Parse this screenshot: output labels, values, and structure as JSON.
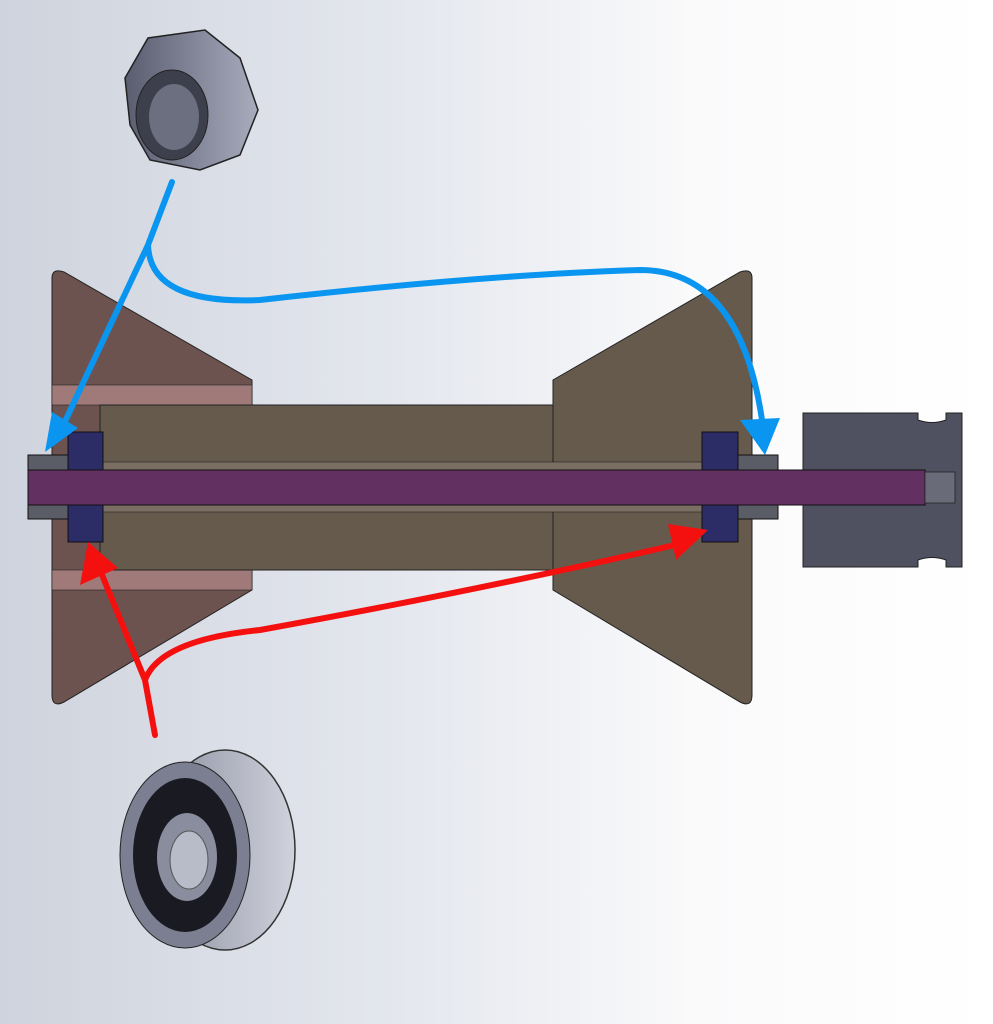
{
  "diagram": {
    "parts": [
      "hex-nut",
      "bearing",
      "roller",
      "shaft",
      "end-block"
    ],
    "colors": {
      "blue_arrow": "#0a96f0",
      "red_arrow": "#f51010",
      "flange_left": "#6d5350",
      "body": "#665a4d",
      "shaft": "#633062",
      "bearing_section": "#2c2c66",
      "end_block": "#4f5060"
    }
  }
}
